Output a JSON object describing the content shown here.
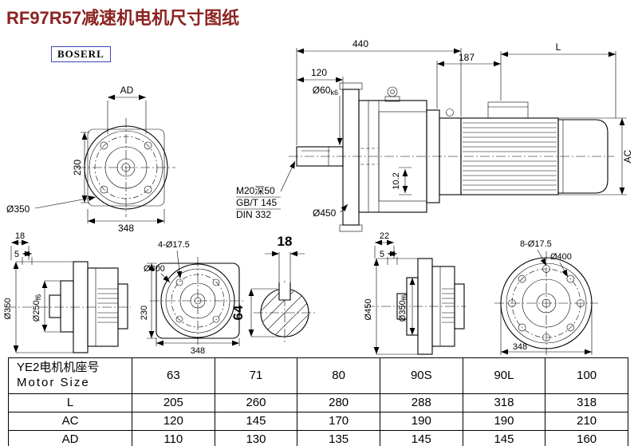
{
  "colors": {
    "title": "#8B2421",
    "logo_border": "#4444BB",
    "line": "#000000",
    "background": "#FFFFFF"
  },
  "header": {
    "title": "RF97R57减速机电机尺寸图纸",
    "logo": "BOSERL"
  },
  "flange_view": {
    "ad": "AD",
    "h230": "230",
    "w348": "348",
    "d350": "Ø350"
  },
  "main_view": {
    "w440": "440",
    "w120": "120",
    "w187": "187",
    "len_l": "L",
    "ac": "AC",
    "shaft_d": "Ø60",
    "shaft_tol": "k6",
    "note1": "M20深50",
    "note2": "GB/T 145",
    "note3": "DIN 332",
    "d450": "Ø450",
    "key": "10.2"
  },
  "side_view_left": {
    "t18": "18",
    "t5": "5",
    "d350": "Ø350",
    "spigot_d": "Ø250",
    "spigot_tol": "f6"
  },
  "front_view": {
    "holes": "4-Ø17.5",
    "d300": "Ø300",
    "h230": "230",
    "w348": "348"
  },
  "shaft_section": {
    "key_w": "18",
    "key_h": "64"
  },
  "side_view_right": {
    "t22": "22",
    "t5": "5",
    "d450": "Ø450",
    "spigot_d": "Ø350",
    "spigot_tol": "f6"
  },
  "flange_view_b": {
    "holes": "8-Ø17.5",
    "d400": "Ø400",
    "w348": "348"
  },
  "table": {
    "motor_label_cn": "YE2电机机座号",
    "motor_label_en": "Motor Size",
    "sizes": [
      "63",
      "71",
      "80",
      "90S",
      "90L",
      "100"
    ],
    "rows": [
      {
        "label": "L",
        "values": [
          "205",
          "260",
          "280",
          "288",
          "318",
          "318"
        ]
      },
      {
        "label": "AC",
        "values": [
          "120",
          "145",
          "170",
          "190",
          "190",
          "210"
        ]
      },
      {
        "label": "AD",
        "values": [
          "110",
          "130",
          "135",
          "145",
          "145",
          "160"
        ]
      }
    ]
  }
}
